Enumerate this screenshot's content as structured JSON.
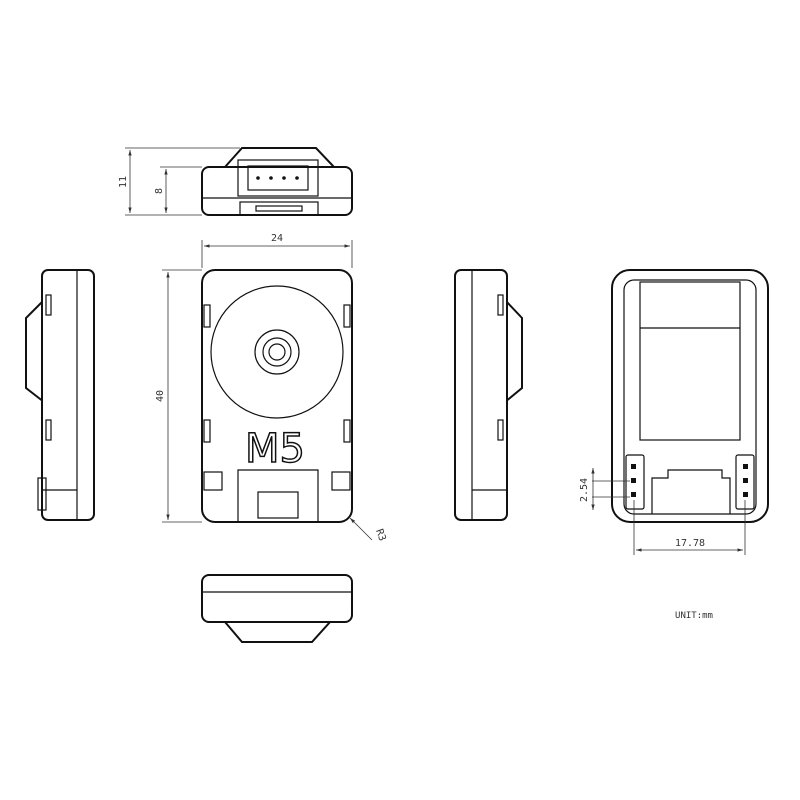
{
  "dimensions": {
    "overall_height": "11",
    "body_height": "8",
    "width": "24",
    "length": "40",
    "corner_radius": "R3",
    "pin_pitch": "2.54",
    "pin_spacing": "17.78"
  },
  "logo_text": "M5",
  "unit_label": "UNIT:mm"
}
